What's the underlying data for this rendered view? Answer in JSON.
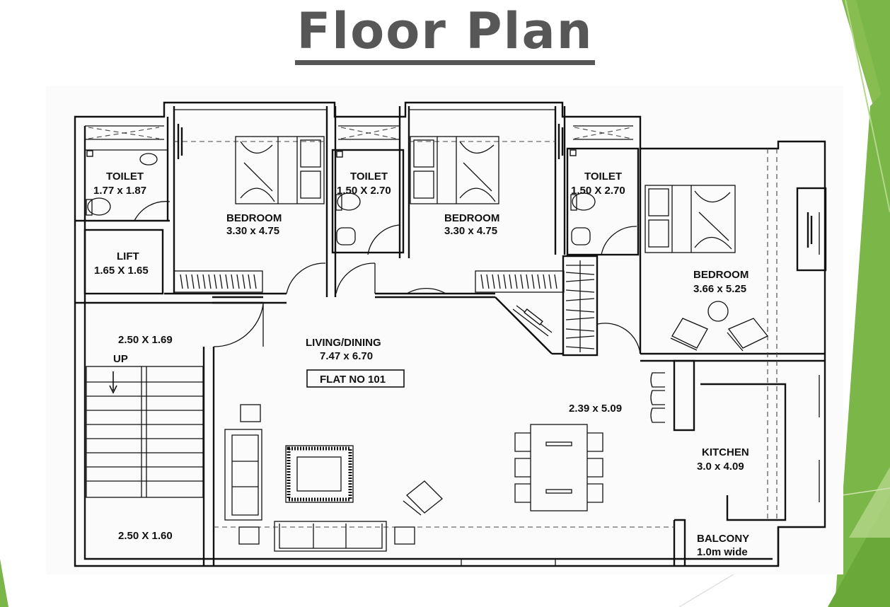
{
  "title": "Floor Plan",
  "colors": {
    "accent_green": "#7ab648",
    "light_green": "#b5d78a",
    "title_gray": "#575757",
    "line": "#111111"
  },
  "rooms": {
    "toilet_1": {
      "name": "TOILET",
      "size": "1.77 x 1.87"
    },
    "toilet_2": {
      "name": "TOILET",
      "size": "1.50 X 2.70"
    },
    "toilet_3": {
      "name": "TOILET",
      "size": "1.50 X 2.70"
    },
    "bedroom_1": {
      "name": "BEDROOM",
      "size": "3.30 x 4.75"
    },
    "bedroom_2": {
      "name": "BEDROOM",
      "size": "3.30 x 4.75"
    },
    "bedroom_3": {
      "name": "BEDROOM",
      "size": "3.66 x 5.25"
    },
    "lift": {
      "name": "LIFT",
      "size": "1.65 X 1.65"
    },
    "lobby": {
      "size": "2.50 X 1.69"
    },
    "stairs": {
      "label": "UP"
    },
    "stair_landing": {
      "size": "2.50 X 1.60"
    },
    "living_dining": {
      "name": "LIVING/DINING",
      "size": "7.47 x 6.70"
    },
    "flat": {
      "label": "FLAT NO 101"
    },
    "dining_area": {
      "size": "2.39 x 5.09"
    },
    "kitchen": {
      "name": "KITCHEN",
      "size": "3.0 x 4.09"
    },
    "balcony": {
      "name": "BALCONY",
      "size": "1.0m wide"
    }
  }
}
